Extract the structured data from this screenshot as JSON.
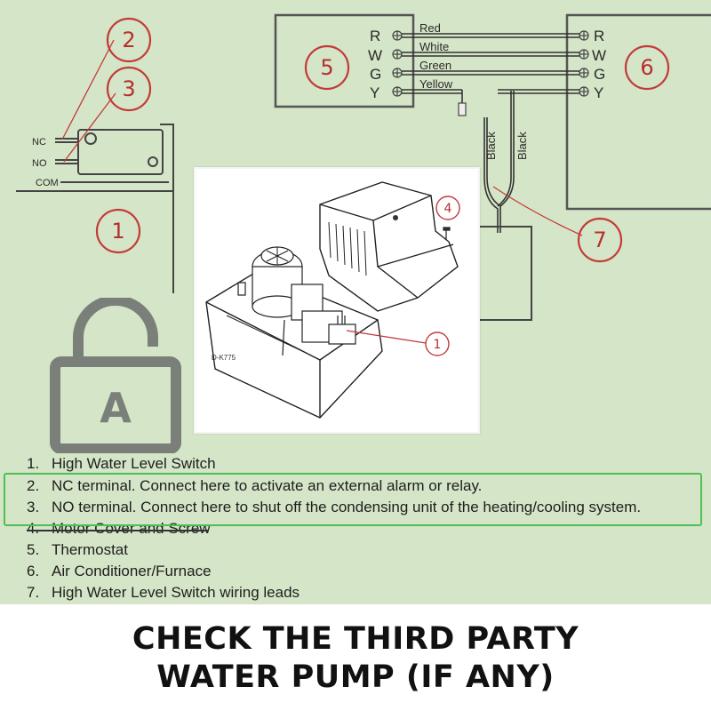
{
  "wiring": {
    "terminals_left": [
      "R",
      "W",
      "G",
      "Y"
    ],
    "terminals_right": [
      "R",
      "W",
      "G",
      "Y"
    ],
    "wire_colors": [
      "Red",
      "White",
      "Green",
      "Yellow"
    ],
    "black_lead": "Black",
    "switch_terminals": [
      "NC",
      "NO",
      "COM"
    ]
  },
  "callouts": {
    "c1": "1",
    "c2": "2",
    "c3": "3",
    "c5": "5",
    "c6": "6",
    "c7": "7"
  },
  "inset": {
    "callout_4": "4",
    "callout_1": "1",
    "model_label": "D-K775"
  },
  "lock": {
    "letter": "A",
    "icon": "unlocked-padlock-icon",
    "color": "#7b7f79"
  },
  "legend": [
    {
      "num": "1.",
      "text": "High Water Level Switch"
    },
    {
      "num": "2.",
      "text": "NC terminal. Connect here to activate an external alarm or relay."
    },
    {
      "num": "3.",
      "text": "NO terminal. Connect here to shut off the condensing unit of the heating/cooling system."
    },
    {
      "num": "4.",
      "text": "Motor Cover and Screw"
    },
    {
      "num": "5.",
      "text": "Thermostat"
    },
    {
      "num": "6.",
      "text": "Air Conditioner/Furnace"
    },
    {
      "num": "7.",
      "text": "High Water Level Switch wiring leads"
    }
  ],
  "caption": {
    "line1": "CHECK THE THIRD PARTY",
    "line2": "WATER PUMP (IF ANY)"
  },
  "colors": {
    "background": "#d5e5c7",
    "callout_red": "#c23a3a",
    "highlight_green": "#4cbf55"
  }
}
